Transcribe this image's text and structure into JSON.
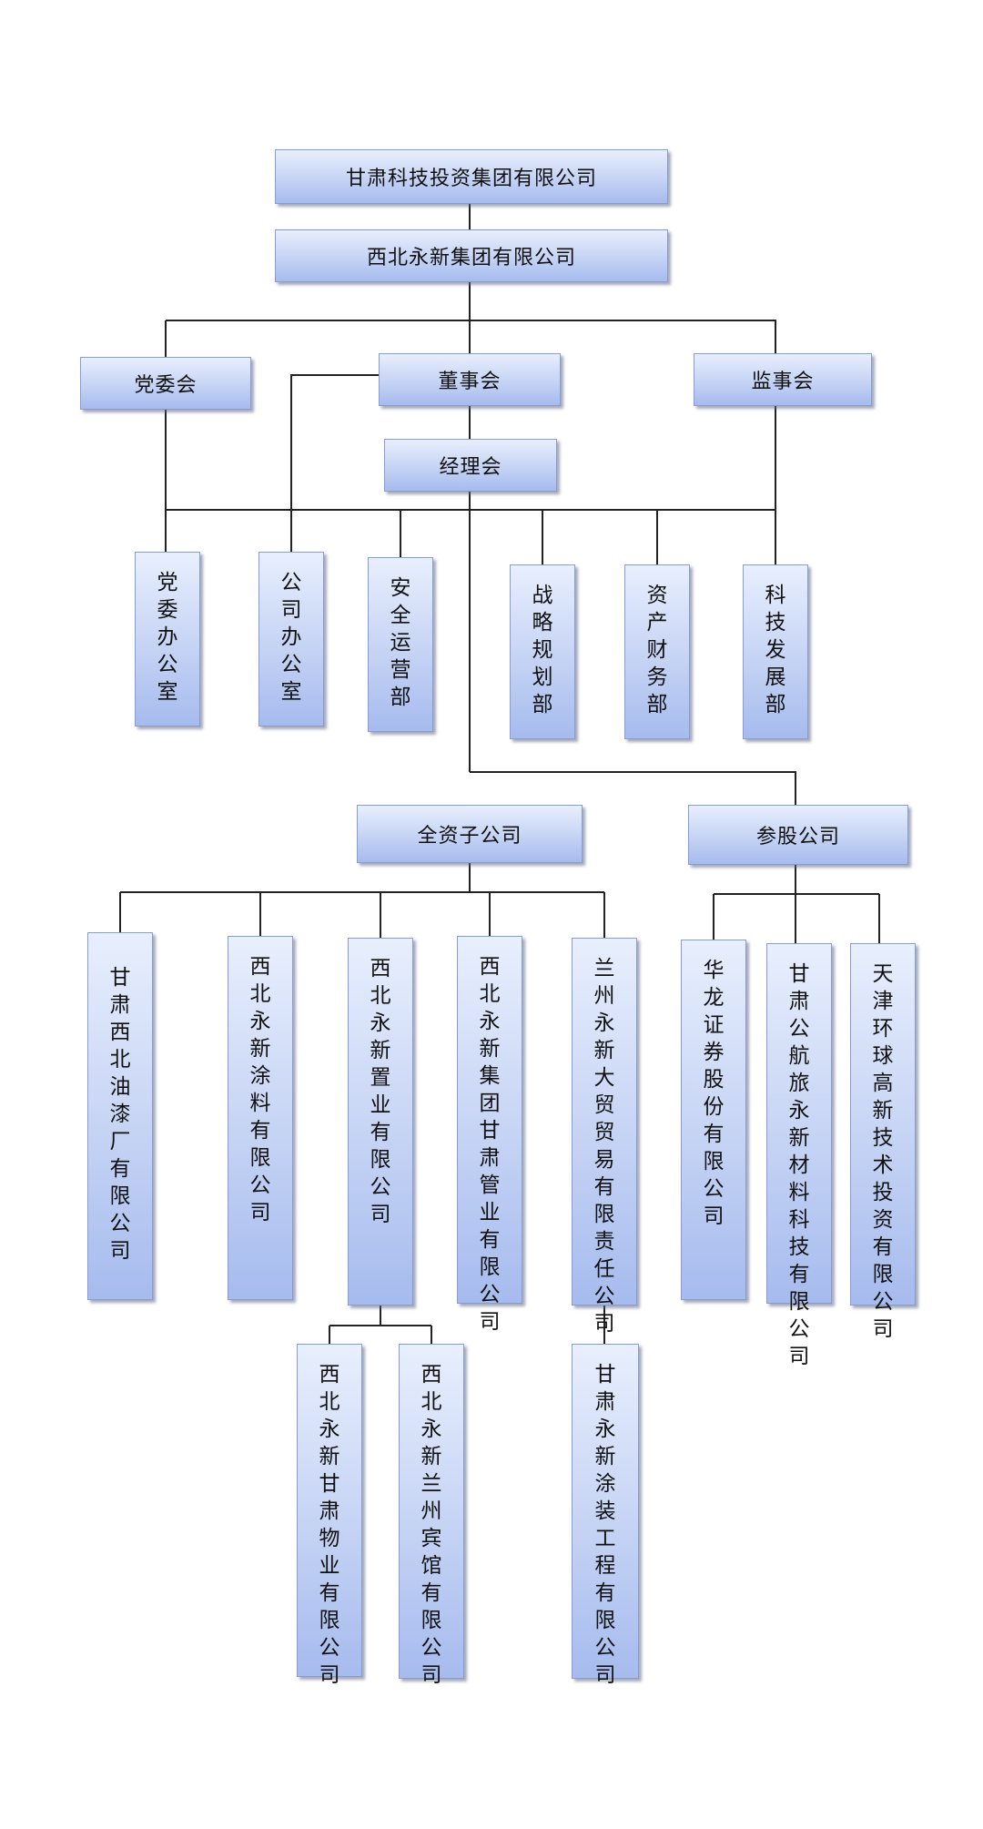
{
  "org_chart": {
    "root": "甘肃科技投资集团有限公司",
    "group": "西北永新集团有限公司",
    "party_committee": "党委会",
    "board": "董事会",
    "supervisors": "监事会",
    "managers": "经理会",
    "departments": [
      "党委办公室",
      "公司办公室",
      "安全运营部",
      "战略规划部",
      "资产财务部",
      "科技发展部"
    ],
    "wholly_owned": {
      "label": "全资子公司",
      "companies": [
        "甘肃西北油漆厂有限公司",
        "西北永新涂料有限公司",
        "西北永新置业有限公司",
        "西北永新集团甘肃管业有限公司",
        "兰州永新大贸贸易有限责任公司"
      ],
      "zhiye_subs": [
        "西北永新甘肃物业有限公司",
        "西北永新兰州宾馆有限公司"
      ],
      "lanzhou_sub": "甘肃永新涂装工程有限公司"
    },
    "equity": {
      "label": "参股公司",
      "companies": [
        "华龙证券股份有限公司",
        "甘肃公航旅永新材料科技有限公司",
        "天津环球高新技术投资有限公司"
      ]
    }
  }
}
